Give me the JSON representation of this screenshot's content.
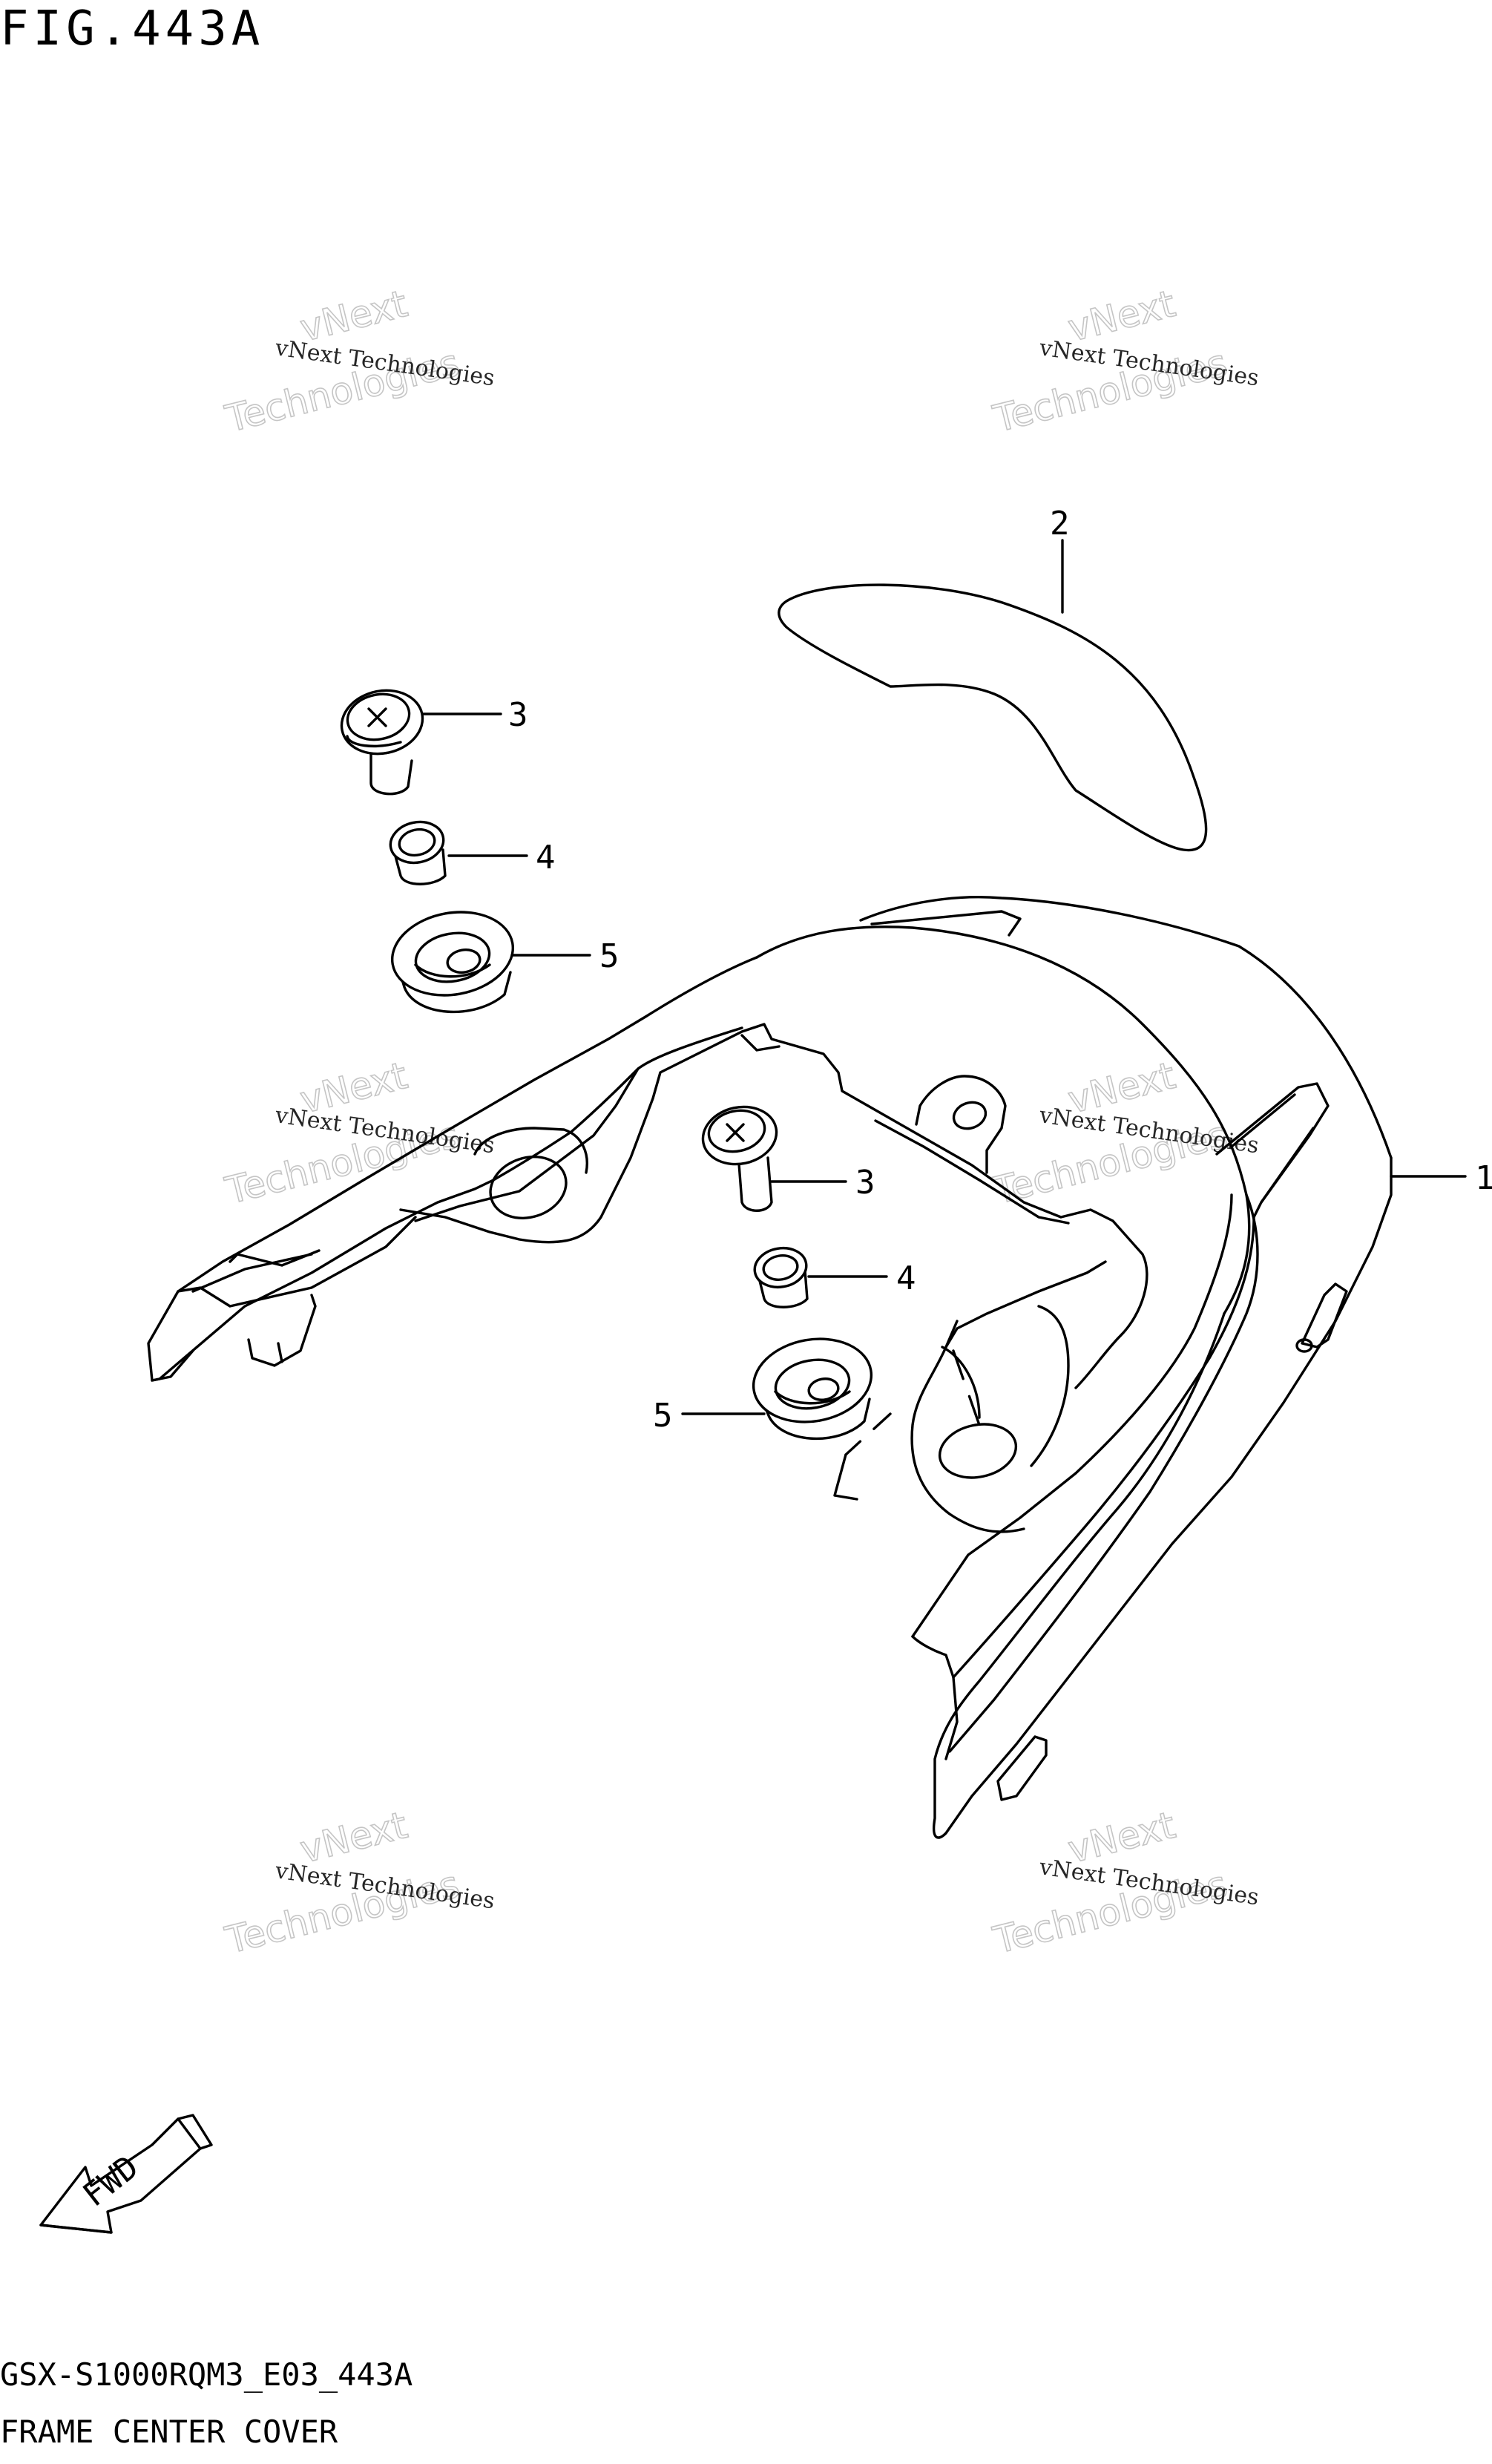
{
  "figure": {
    "title": "FIG.443A",
    "drawing_code": "GSX-S1000RQM3_E03_443A",
    "name": "FRAME CENTER COVER"
  },
  "watermark": {
    "line1": "vNext Technologies",
    "line2a": "vNext",
    "line2b": "Technologies"
  },
  "callouts": [
    {
      "number": "1"
    },
    {
      "number": "2"
    },
    {
      "number": "3"
    },
    {
      "number": "4"
    },
    {
      "number": "5"
    },
    {
      "number": "3"
    },
    {
      "number": "4"
    },
    {
      "number": "5"
    }
  ],
  "fwd_label": "FWD"
}
